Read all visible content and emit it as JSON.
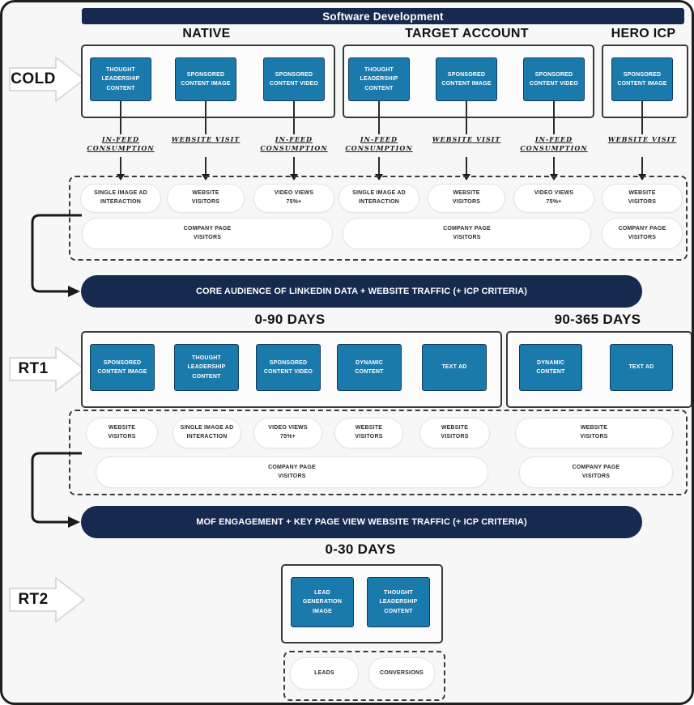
{
  "header": {
    "title": "Software Development"
  },
  "stages": [
    {
      "label": "COLD"
    },
    {
      "label": "RT1"
    },
    {
      "label": "RT2"
    }
  ],
  "cold": {
    "groups": [
      {
        "title": "NATIVE",
        "boxes": [
          "THOUGHT LEADERSHIP CONTENT",
          "SPONSORED CONTENT IMAGE",
          "SPONSORED CONTENT VIDEO"
        ]
      },
      {
        "title": "TARGET ACCOUNT",
        "boxes": [
          "THOUGHT LEADERSHIP CONTENT",
          "SPONSORED CONTENT IMAGE",
          "SPONSORED CONTENT VIDEO"
        ]
      },
      {
        "title": "HERO ICP",
        "boxes": [
          "SPONSORED CONTENT IMAGE"
        ]
      }
    ],
    "actions": [
      "IN-FEED CONSUMPTION",
      "WEBSITE VISIT",
      "IN-FEED CONSUMPTION",
      "IN-FEED CONSUMPTION",
      "WEBSITE VISIT",
      "IN-FEED CONSUMPTION",
      "WEBSITE VISIT"
    ],
    "audiences_row1": [
      "SINGLE IMAGE AD INTERACTION",
      "WEBSITE VISITORS",
      "VIDEO VIEWS 75%+",
      "SINGLE IMAGE AD INTERACTION",
      "WEBSITE VISITORS",
      "VIDEO VIEWS 75%+",
      "WEBSITE VISITORS"
    ],
    "audiences_row2": [
      "COMPANY PAGE VISITORS",
      "COMPANY PAGE VISITORS",
      "COMPANY PAGE VISITORS"
    ]
  },
  "banners": {
    "core": "CORE AUDIENCE OF LINKEDIN DATA + WEBSITE TRAFFIC (+ ICP CRITERIA)",
    "mof": "MOF ENGAGEMENT + KEY PAGE VIEW WEBSITE TRAFFIC (+ ICP CRITERIA)"
  },
  "rt1": {
    "groups": [
      {
        "title": "0-90 DAYS",
        "boxes": [
          "SPONSORED CONTENT IMAGE",
          "THOUGHT LEADERSHIP CONTENT",
          "SPONSORED CONTENT VIDEO",
          "DYNAMIC CONTENT",
          "TEXT AD"
        ]
      },
      {
        "title": "90-365 DAYS",
        "boxes": [
          "DYNAMIC CONTENT",
          "TEXT AD"
        ]
      }
    ],
    "audiences_row1": [
      "WEBSITE VISITORS",
      "SINGLE IMAGE AD INTERACTION",
      "VIDEO VIEWS 75%+",
      "WEBSITE VISITORS",
      "WEBSITE VISITORS",
      "WEBSITE VISITORS"
    ],
    "audiences_row2": [
      "COMPANY PAGE VISITORS",
      "COMPANY PAGE VISITORS"
    ]
  },
  "rt2": {
    "group": {
      "title": "0-30 DAYS",
      "boxes": [
        "LEAD GENERATION IMAGE",
        "THOUGHT LEADERSHIP CONTENT"
      ]
    },
    "audiences": [
      "LEADS",
      "CONVERSIONS"
    ]
  },
  "colors": {
    "navy": "#16294E",
    "blue": "#1B7AAC"
  }
}
